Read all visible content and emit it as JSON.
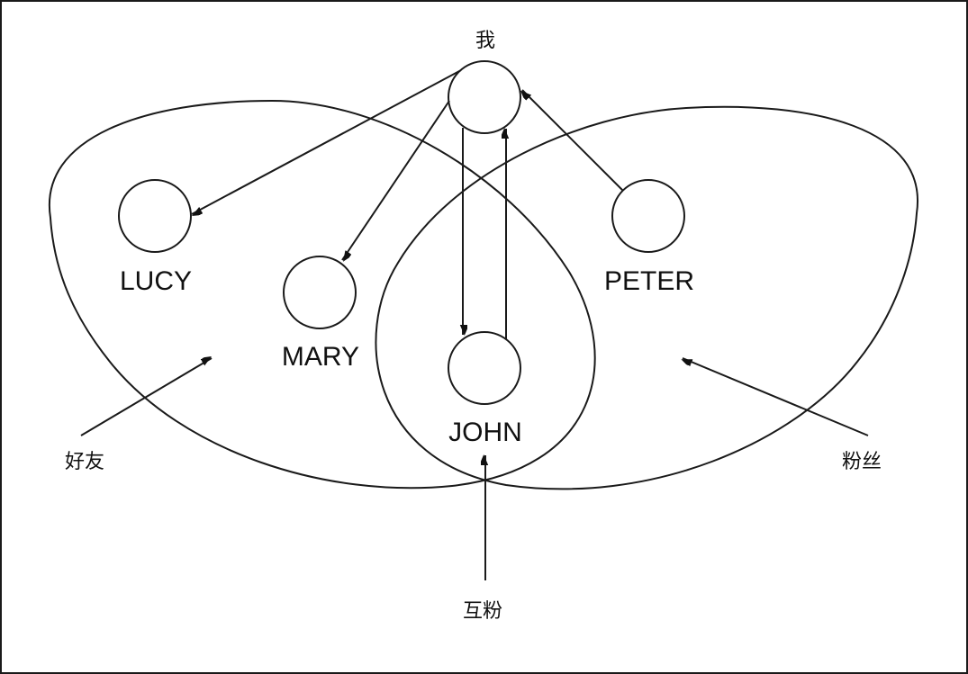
{
  "nodes": {
    "me": {
      "label": "我"
    },
    "lucy": {
      "label": "LUCY"
    },
    "mary": {
      "label": "MARY"
    },
    "john": {
      "label": "JOHN"
    },
    "peter": {
      "label": "PETER"
    }
  },
  "regions": {
    "friends": {
      "label": "好友"
    },
    "fans": {
      "label": "粉丝"
    },
    "mutual": {
      "label": "互粉"
    }
  },
  "edges": [
    {
      "from": "me",
      "to": "lucy"
    },
    {
      "from": "me",
      "to": "mary"
    },
    {
      "from": "me",
      "to": "john"
    },
    {
      "from": "john",
      "to": "me"
    },
    {
      "from": "peter",
      "to": "me"
    }
  ],
  "colors": {
    "stroke": "#1a1a1a",
    "background": "#ffffff"
  }
}
